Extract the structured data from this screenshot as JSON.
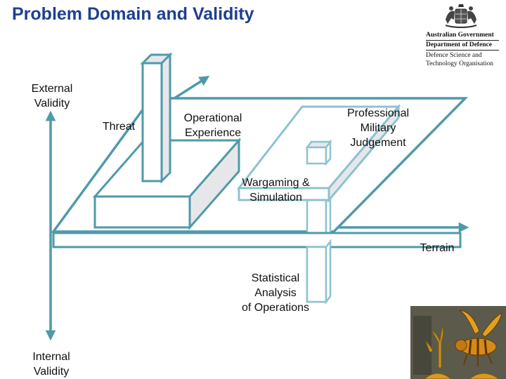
{
  "title": "Problem Domain and Validity",
  "logo": {
    "lines": [
      "Australian Government",
      "Department of Defence",
      "Defence Science and",
      "Technology Organisation"
    ]
  },
  "labels": {
    "external_validity": "External\nValidity",
    "internal_validity": "Internal\nValidity",
    "threat": "Threat",
    "operational_experience": "Operational\nExperience",
    "professional_military_judgement": "Professional\nMilitary\nJudgement",
    "wargaming_simulation": "Wargaming &\nSimulation",
    "terrain": "Terrain",
    "statistical_analysis": "Statistical\nAnalysis\nof Operations"
  },
  "colors": {
    "title": "#1f3f8f",
    "teal": "#4f9aaa",
    "light_teal": "#8cc3cf",
    "grey_fill": "#e7e7ea"
  },
  "photo": {
    "description_icon": "hieroglyph-bee-plant-image"
  }
}
